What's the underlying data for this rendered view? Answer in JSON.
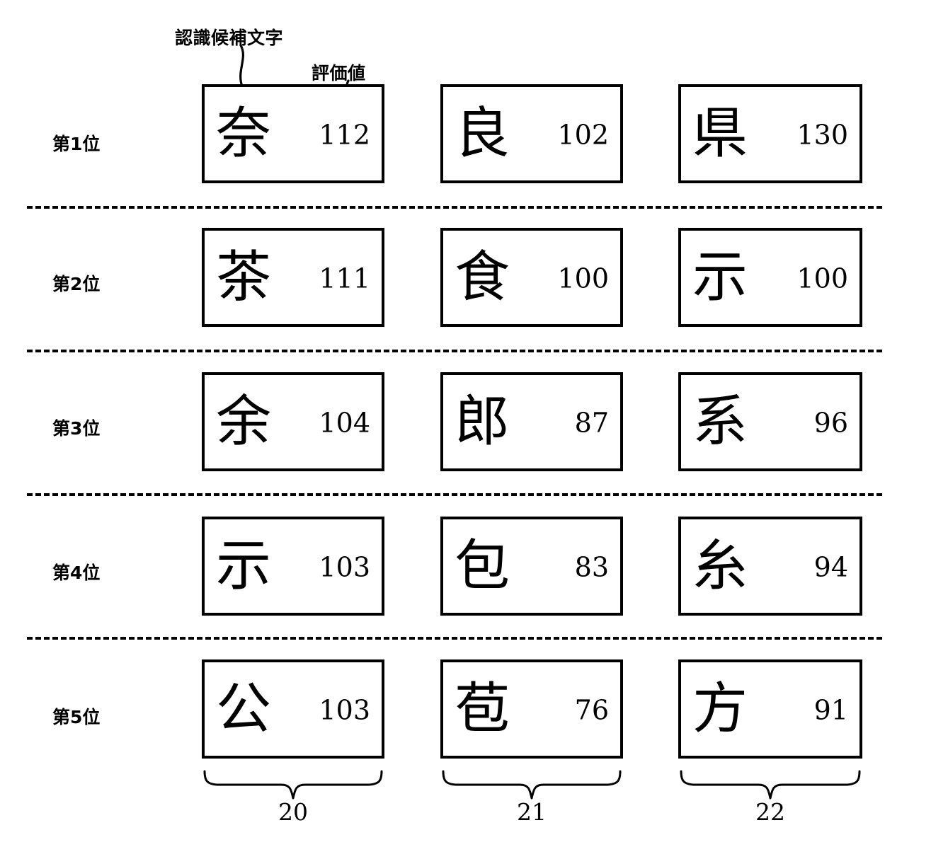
{
  "figure": {
    "annotations": [
      {
        "id": "candidate",
        "text": "認識候補文字"
      },
      {
        "id": "score",
        "text": "評価値"
      }
    ],
    "rank_labels": [
      "第1位",
      "第2位",
      "第3位",
      "第4位",
      "第5位"
    ],
    "column_ids": [
      "20",
      "21",
      "22"
    ],
    "columns": [
      {
        "id": "20",
        "cells": [
          {
            "char": "奈",
            "score": "112"
          },
          {
            "char": "茶",
            "score": "111"
          },
          {
            "char": "余",
            "score": "104"
          },
          {
            "char": "示",
            "score": "103"
          },
          {
            "char": "公",
            "score": "103"
          }
        ]
      },
      {
        "id": "21",
        "cells": [
          {
            "char": "良",
            "score": "102"
          },
          {
            "char": "食",
            "score": "100"
          },
          {
            "char": "郎",
            "score": "87"
          },
          {
            "char": "包",
            "score": "83"
          },
          {
            "char": "苞",
            "score": "76"
          }
        ]
      },
      {
        "id": "22",
        "cells": [
          {
            "char": "県",
            "score": "130"
          },
          {
            "char": "示",
            "score": "100"
          },
          {
            "char": "系",
            "score": "96"
          },
          {
            "char": "糸",
            "score": "94"
          },
          {
            "char": "方",
            "score": "91"
          }
        ]
      }
    ],
    "colors": {
      "ink": "#000000",
      "paper": "#ffffff"
    }
  }
}
